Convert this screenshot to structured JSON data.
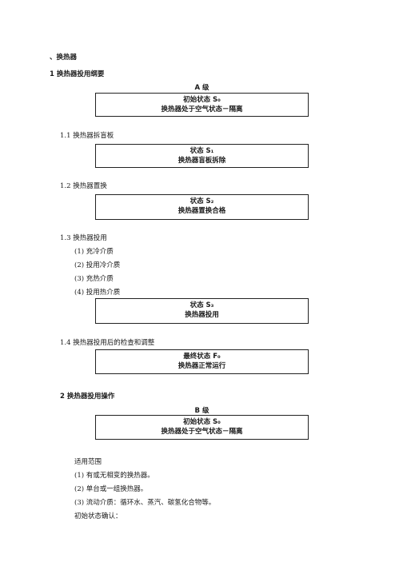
{
  "heading": "、换热器",
  "section1": {
    "title": "1 换热器投用纲要",
    "level_a": "A 级",
    "initial_box": {
      "line1": "初始状态 S₀",
      "line2": "换热器处于空气状态－隔离"
    },
    "s11": {
      "title": "1.1 换热器拆盲板",
      "box_line1": "状态 S₁",
      "box_line2": "换热器盲板拆除"
    },
    "s12": {
      "title": "1.2 换热器置换",
      "box_line1": "状态 S₂",
      "box_line2": "换热器置换合格"
    },
    "s13": {
      "title": "1.3 换热器投用",
      "steps": [
        "(1) 充冷介质",
        "(2) 投用冷介质",
        "(3) 充热介质",
        "(4) 投用热介质"
      ],
      "box_line1": "状态 S₃",
      "box_line2": "换热器投用"
    },
    "s14": {
      "title": "1.4 换热器投用后的检查和调整",
      "box_line1": "最终状态 F₀",
      "box_line2": "换热器正常运行"
    }
  },
  "section2": {
    "title": "2 换热器投用操作",
    "level_b": "B 级",
    "initial_box": {
      "line1": "初始状态 S₀",
      "line2": "换热器处于空气状态－隔离"
    },
    "scope_title": "适用范围",
    "scope_items": [
      "(1) 有或无相变的换热器。",
      "(2) 单台或一组换热器。",
      "(3) 流动介质：循环水、蒸汽、碳氢化合物等。"
    ],
    "confirm_title": "初始状态确认："
  }
}
